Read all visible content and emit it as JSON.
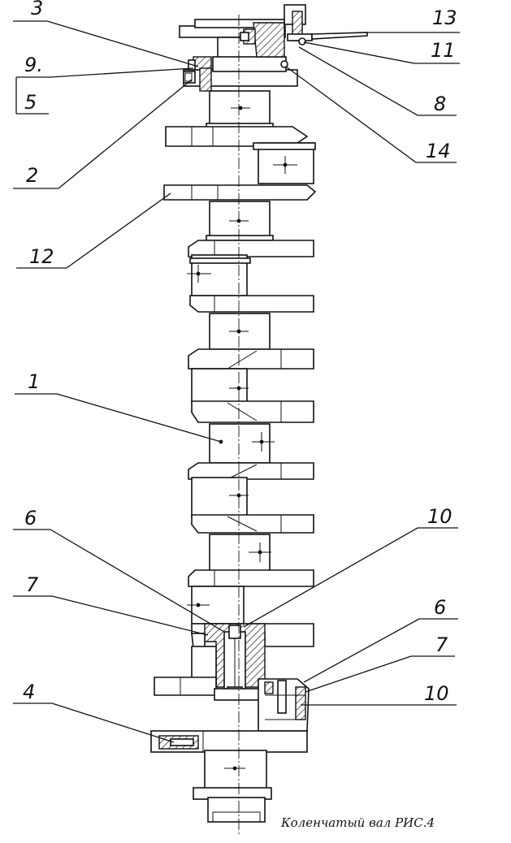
{
  "caption": "Коленчатый вал  РИС.4",
  "labels": {
    "l3": "3",
    "l9": "9.",
    "l5": "5",
    "l2": "2",
    "l12": "12",
    "l1": "1",
    "l6a": "6",
    "l7a": "7",
    "l4": "4",
    "l13": "13",
    "l11": "11",
    "l8": "8",
    "l14": "14",
    "l10a": "10",
    "l6b": "6",
    "l7b": "7",
    "l10b": "10"
  }
}
